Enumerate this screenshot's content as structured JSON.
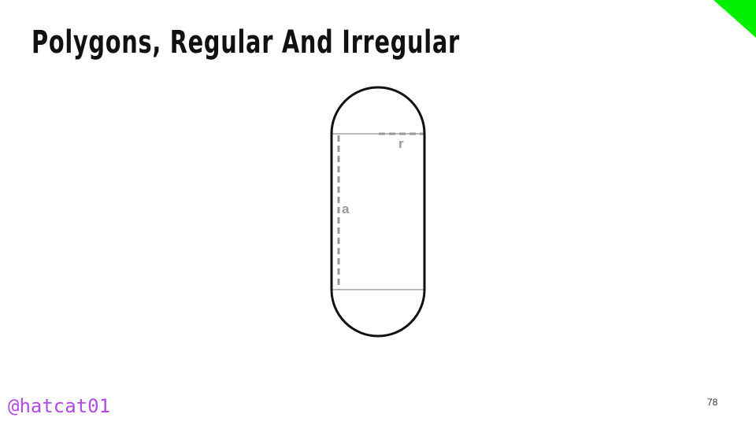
{
  "slide": {
    "title": "Polygons, Regular And Irregular",
    "handle": "@hatcat01",
    "page_number": "78",
    "accent_color": "#00ee00",
    "handle_color": "#b24be0"
  },
  "diagram": {
    "shape": "stadium",
    "labels": {
      "radius": "r",
      "side": "a"
    }
  }
}
